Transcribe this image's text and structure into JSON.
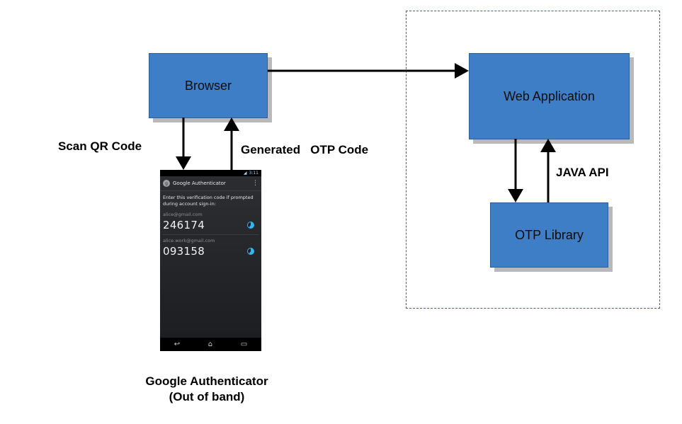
{
  "boxes": {
    "browser": "Browser",
    "web_application": "Web Application",
    "otp_library": "OTP Library"
  },
  "labels": {
    "scan_qr": "Scan QR Code",
    "generated_otp": "Generated   OTP Code",
    "java_api": "JAVA API",
    "google_authenticator_line1": "Google Authenticator",
    "google_authenticator_line2": "(Out of band)"
  },
  "phone": {
    "status_time": "3:11",
    "app_icon": "google-logo-icon",
    "app_title": "Google Authenticator",
    "instructions": "Enter this verification code if prompted during account sign-in:",
    "accounts": [
      {
        "email": "alice@gmail.com",
        "code": "246174"
      },
      {
        "email": "alice.work@gmail.com",
        "code": "093158"
      }
    ]
  },
  "colors": {
    "box_fill": "#3d7ec6",
    "box_border": "#2a5e9c",
    "shadow": "#b9b9b9",
    "dashed_border": "#2e63b8",
    "timer": "#37b4ef"
  }
}
